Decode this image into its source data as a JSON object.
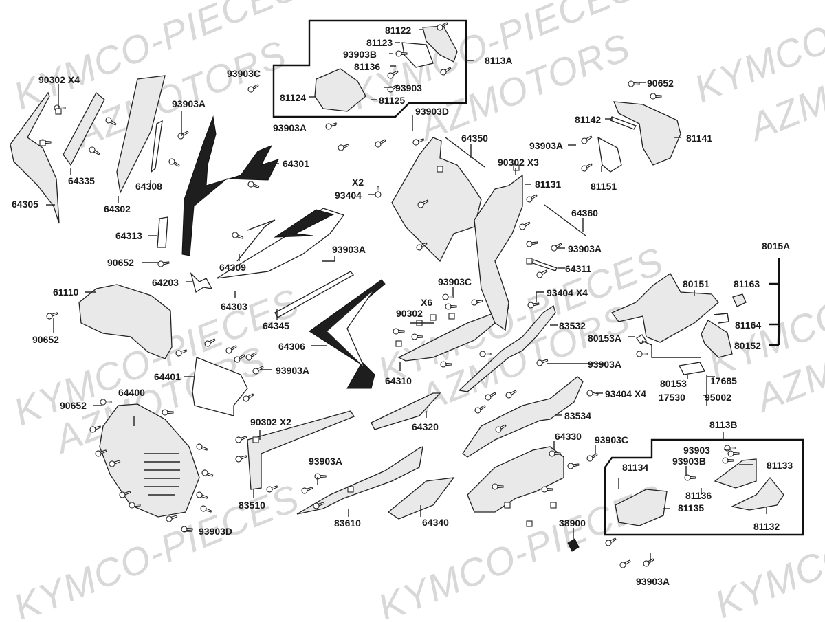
{
  "diagram": {
    "title": "Kymco body cover exploded parts diagram",
    "watermarks": [
      "KYMCO-PIECES",
      "AZMOTORS"
    ],
    "labels": [
      {
        "id": "90302-x4-a",
        "text": "90302  X4"
      },
      {
        "id": "93903c-a",
        "text": "93903C"
      },
      {
        "id": "93903a-a",
        "text": "93903A"
      },
      {
        "id": "64335",
        "text": "64335"
      },
      {
        "id": "64308",
        "text": "64308"
      },
      {
        "id": "64305",
        "text": "64305"
      },
      {
        "id": "64302",
        "text": "64302"
      },
      {
        "id": "64301",
        "text": "64301"
      },
      {
        "id": "64313",
        "text": "64313"
      },
      {
        "id": "90652-a",
        "text": "90652"
      },
      {
        "id": "64309",
        "text": "64309"
      },
      {
        "id": "64203",
        "text": "64203"
      },
      {
        "id": "64303",
        "text": "64303"
      },
      {
        "id": "61110",
        "text": "61110"
      },
      {
        "id": "90652-b",
        "text": "90652"
      },
      {
        "id": "64345",
        "text": "64345"
      },
      {
        "id": "64306",
        "text": "64306"
      },
      {
        "id": "64401",
        "text": "64401"
      },
      {
        "id": "93903a-b",
        "text": "93903A"
      },
      {
        "id": "90652-c",
        "text": "90652"
      },
      {
        "id": "64400",
        "text": "64400"
      },
      {
        "id": "93903d-a",
        "text": "93903D"
      },
      {
        "id": "90302-x2",
        "text": "90302  X2"
      },
      {
        "id": "83510",
        "text": "83510"
      },
      {
        "id": "93903a-c",
        "text": "93903A"
      },
      {
        "id": "83610",
        "text": "83610"
      },
      {
        "id": "64340",
        "text": "64340"
      },
      {
        "id": "64320",
        "text": "64320"
      },
      {
        "id": "64310",
        "text": "64310"
      },
      {
        "id": "x6",
        "text": "X6"
      },
      {
        "id": "90302-x6",
        "text": "90302"
      },
      {
        "id": "93903c-b",
        "text": "93903C"
      },
      {
        "id": "93903a-d",
        "text": "93903A"
      },
      {
        "id": "93903a-e",
        "text": "93903A"
      },
      {
        "id": "93903d-b",
        "text": "93903D"
      },
      {
        "id": "64350",
        "text": "64350"
      },
      {
        "id": "x2",
        "text": "X2"
      },
      {
        "id": "93404-x2",
        "text": "93404"
      },
      {
        "id": "90302-x3",
        "text": "90302  X3"
      },
      {
        "id": "81131",
        "text": "81131"
      },
      {
        "id": "64360",
        "text": "64360"
      },
      {
        "id": "93903a-f",
        "text": "93903A"
      },
      {
        "id": "64311",
        "text": "64311"
      },
      {
        "id": "93404-x4-a",
        "text": "93404  X4"
      },
      {
        "id": "83532",
        "text": "83532"
      },
      {
        "id": "93903a-g",
        "text": "93903A"
      },
      {
        "id": "93404-x4-b",
        "text": "93404  X4"
      },
      {
        "id": "83534",
        "text": "83534"
      },
      {
        "id": "64330",
        "text": "64330"
      },
      {
        "id": "93903c-c",
        "text": "93903C"
      },
      {
        "id": "38900",
        "text": "38900"
      },
      {
        "id": "93903a-h",
        "text": "93903A"
      },
      {
        "id": "81122",
        "text": "81122"
      },
      {
        "id": "81123",
        "text": "81123"
      },
      {
        "id": "93903b-a",
        "text": "93903B"
      },
      {
        "id": "81136-a",
        "text": "81136"
      },
      {
        "id": "93903-a",
        "text": "93903"
      },
      {
        "id": "81124",
        "text": "81124"
      },
      {
        "id": "81125",
        "text": "81125"
      },
      {
        "id": "8113a",
        "text": "8113A"
      },
      {
        "id": "90652-d",
        "text": "90652"
      },
      {
        "id": "81142",
        "text": "81142"
      },
      {
        "id": "81141",
        "text": "81141"
      },
      {
        "id": "93903a-i",
        "text": "93903A"
      },
      {
        "id": "81151",
        "text": "81151"
      },
      {
        "id": "8015a",
        "text": "8015A"
      },
      {
        "id": "80151",
        "text": "80151"
      },
      {
        "id": "81163",
        "text": "81163"
      },
      {
        "id": "81164",
        "text": "81164"
      },
      {
        "id": "80153a",
        "text": "80153A"
      },
      {
        "id": "80152",
        "text": "80152"
      },
      {
        "id": "80153",
        "text": "80153"
      },
      {
        "id": "17685",
        "text": "17685"
      },
      {
        "id": "17530",
        "text": "17530"
      },
      {
        "id": "95002",
        "text": "95002"
      },
      {
        "id": "8113b",
        "text": "8113B"
      },
      {
        "id": "93903-b",
        "text": "93903"
      },
      {
        "id": "93903b-b",
        "text": "93903B"
      },
      {
        "id": "81134",
        "text": "81134"
      },
      {
        "id": "81133",
        "text": "81133"
      },
      {
        "id": "81136-b",
        "text": "81136"
      },
      {
        "id": "81135",
        "text": "81135"
      },
      {
        "id": "81132",
        "text": "81132"
      }
    ]
  }
}
